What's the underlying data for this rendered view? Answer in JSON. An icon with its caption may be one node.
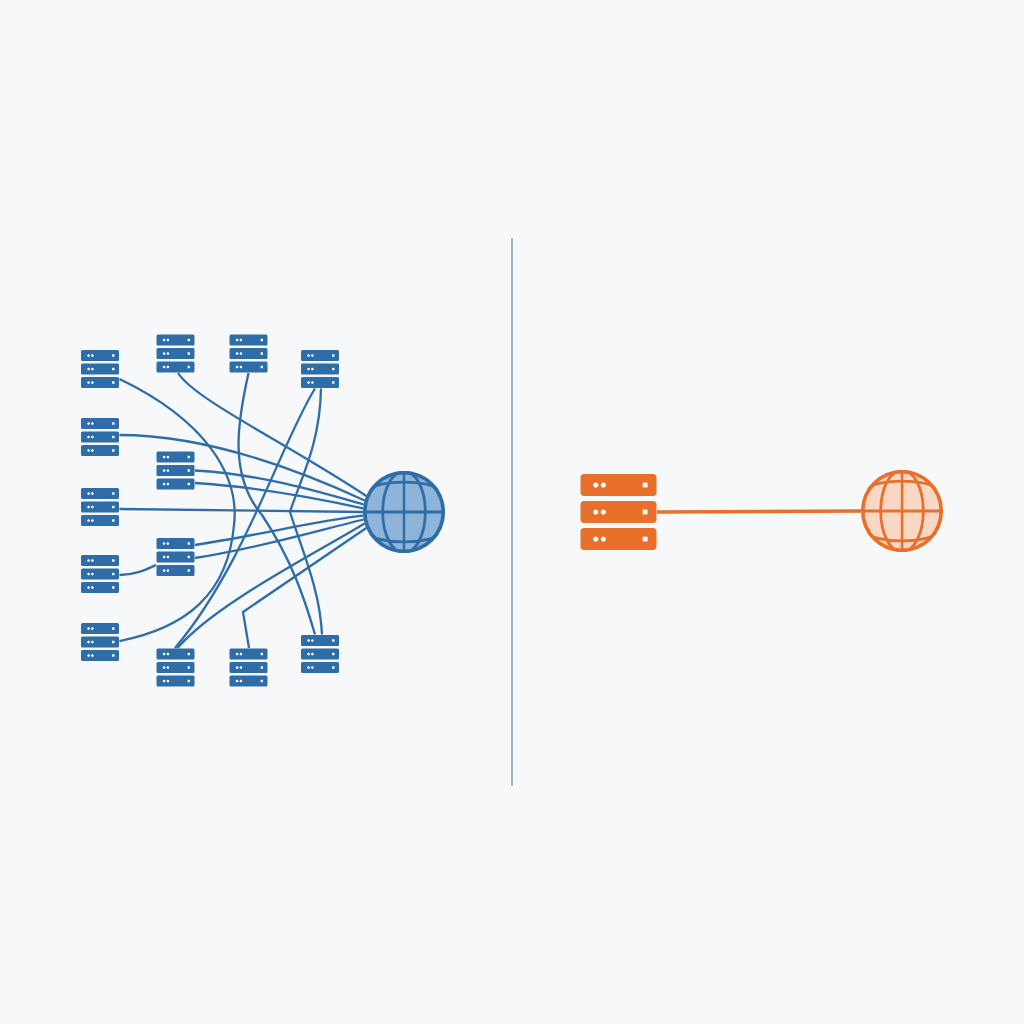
{
  "diagram": {
    "nodes": [
      {
        "text": [],
        "shape": "server"
      },
      {
        "text": [],
        "shape": "server"
      },
      {
        "text": [],
        "shape": "server"
      },
      {
        "text": [],
        "shape": "server"
      },
      {
        "text": [],
        "shape": "server"
      },
      {
        "text": [],
        "shape": "server"
      },
      {
        "text": [],
        "shape": "server"
      },
      {
        "text": [],
        "shape": "server"
      },
      {
        "text": [],
        "shape": "server"
      },
      {
        "text": [],
        "shape": "server"
      },
      {
        "text": [],
        "shape": "server"
      },
      {
        "text": [],
        "shape": "server"
      },
      {
        "text": [],
        "shape": "server"
      },
      {
        "text": [],
        "shape": "globe"
      },
      {
        "text": [],
        "shape": "server"
      },
      {
        "text": [],
        "shape": "globe"
      }
    ],
    "edges": [
      {
        "from": 0,
        "to": 9,
        "arrow": "none"
      },
      {
        "from": 1,
        "to": 13,
        "arrow": "none"
      },
      {
        "from": 2,
        "to": 12,
        "arrow": "none"
      },
      {
        "from": 3,
        "to": 10,
        "arrow": "none"
      },
      {
        "from": 3,
        "to": 12,
        "arrow": "none"
      },
      {
        "from": 4,
        "to": 13,
        "arrow": "none"
      },
      {
        "from": 5,
        "to": 13,
        "arrow": "none"
      },
      {
        "from": 5,
        "to": 13,
        "arrow": "none"
      },
      {
        "from": 6,
        "to": 13,
        "arrow": "none"
      },
      {
        "from": 7,
        "to": 13,
        "arrow": "none"
      },
      {
        "from": 7,
        "to": 13,
        "arrow": "none"
      },
      {
        "from": 8,
        "to": 7,
        "arrow": "none"
      },
      {
        "from": 10,
        "to": 13,
        "arrow": "none"
      },
      {
        "from": 11,
        "to": 13,
        "arrow": "none"
      },
      {
        "from": 14,
        "to": 15,
        "arrow": "none",
        "color": "#e8702a"
      }
    ]
  }
}
